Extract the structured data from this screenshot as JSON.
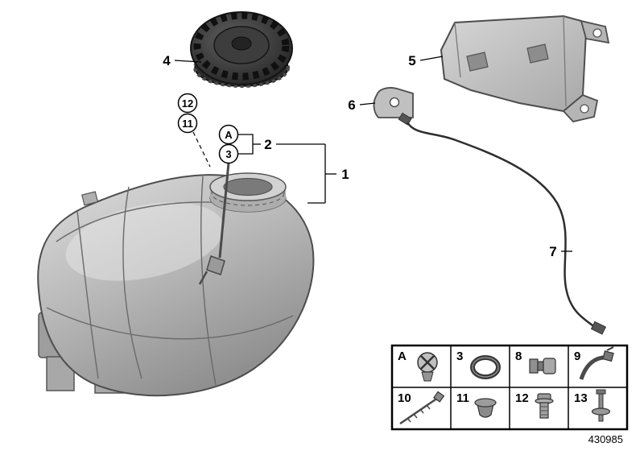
{
  "diagram": {
    "type": "exploded-parts-diagram",
    "subject": "coolant-expansion-tank-assembly",
    "palette": {
      "background": "#ffffff",
      "tank_gray": "#b9b9b9",
      "cap_dark": "#2e2e2e",
      "bracket_gray": "#c6c6c6",
      "line_black": "#000000"
    }
  },
  "callouts": {
    "n1": "1",
    "n2": "2",
    "n4": "4",
    "n5": "5",
    "n6": "6",
    "n7": "7",
    "c12": "12",
    "c11": "11",
    "cA": "A",
    "c3": "3"
  },
  "legend": {
    "cells": [
      {
        "label": "A",
        "icon": "sealing-plug-icon"
      },
      {
        "label": "3",
        "icon": "o-ring-icon"
      },
      {
        "label": "8",
        "icon": "plug-icon"
      },
      {
        "label": "9",
        "icon": "hose-clamp-icon"
      },
      {
        "label": "10",
        "icon": "screw-icon"
      },
      {
        "label": "11",
        "icon": "blind-plug-icon"
      },
      {
        "label": "12",
        "icon": "bolt-icon"
      },
      {
        "label": "13",
        "icon": "rivet-icon"
      }
    ]
  },
  "footer": {
    "diagram_number": "430985"
  }
}
